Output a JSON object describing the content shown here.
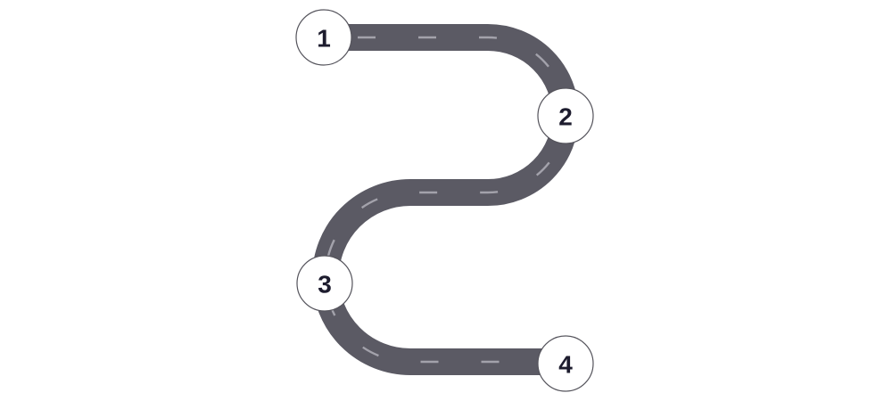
{
  "colors": {
    "background": "#ffffff",
    "road": "#5b5a64",
    "lane_marking": "#a3a2ab",
    "node_fill": "#ffffff",
    "node_stroke": "#55545c",
    "node_text": "#1d1c2e"
  },
  "road": {
    "description_icon": "winding-road",
    "stops": [
      {
        "id": "stop-1",
        "label": "1"
      },
      {
        "id": "stop-2",
        "label": "2"
      },
      {
        "id": "stop-3",
        "label": "3"
      },
      {
        "id": "stop-4",
        "label": "4"
      }
    ]
  }
}
